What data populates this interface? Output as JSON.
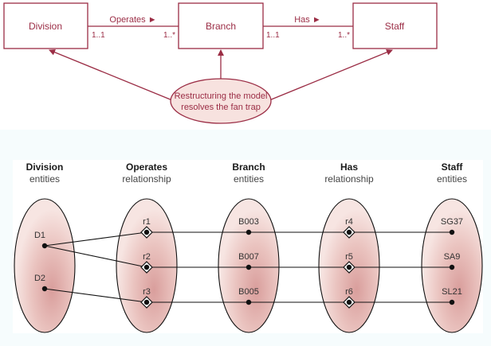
{
  "colors": {
    "accent": "#9b2d45",
    "note_fill": "#f7e2df",
    "ellipse_fill_light": "#f6e0dc",
    "ellipse_fill_dark": "#d99e9c",
    "line": "#111111"
  },
  "uml": {
    "classes": [
      {
        "id": "division",
        "label": "Division"
      },
      {
        "id": "branch",
        "label": "Branch"
      },
      {
        "id": "staff",
        "label": "Staff"
      }
    ],
    "associations": [
      {
        "label": "Operates ►",
        "from_mult": "1..1",
        "to_mult": "1..*"
      },
      {
        "label": "Has ►",
        "from_mult": "1..1",
        "to_mult": "1..*"
      }
    ],
    "note": {
      "line1": "Restructuring the model",
      "line2": "resolves the fan trap"
    }
  },
  "instances": {
    "columns": [
      {
        "title": "Division",
        "subtitle": "entities",
        "items": [
          "D1",
          "D2"
        ]
      },
      {
        "title": "Operates",
        "subtitle": "relationship",
        "items": [
          "r1",
          "r2",
          "r3"
        ]
      },
      {
        "title": "Branch",
        "subtitle": "entities",
        "items": [
          "B003",
          "B007",
          "B005"
        ]
      },
      {
        "title": "Has",
        "subtitle": "relationship",
        "items": [
          "r4",
          "r5",
          "r6"
        ]
      },
      {
        "title": "Staff",
        "subtitle": "entities",
        "items": [
          "SG37",
          "SA9",
          "SL21"
        ]
      }
    ],
    "links": [
      [
        "D1",
        "r1"
      ],
      [
        "D1",
        "r2"
      ],
      [
        "D2",
        "r3"
      ],
      [
        "r1",
        "B003"
      ],
      [
        "r2",
        "B007"
      ],
      [
        "r3",
        "B005"
      ],
      [
        "B003",
        "r4"
      ],
      [
        "B007",
        "r5"
      ],
      [
        "B005",
        "r6"
      ],
      [
        "r4",
        "SG37"
      ],
      [
        "r5",
        "SA9"
      ],
      [
        "r6",
        "SL21"
      ]
    ]
  }
}
